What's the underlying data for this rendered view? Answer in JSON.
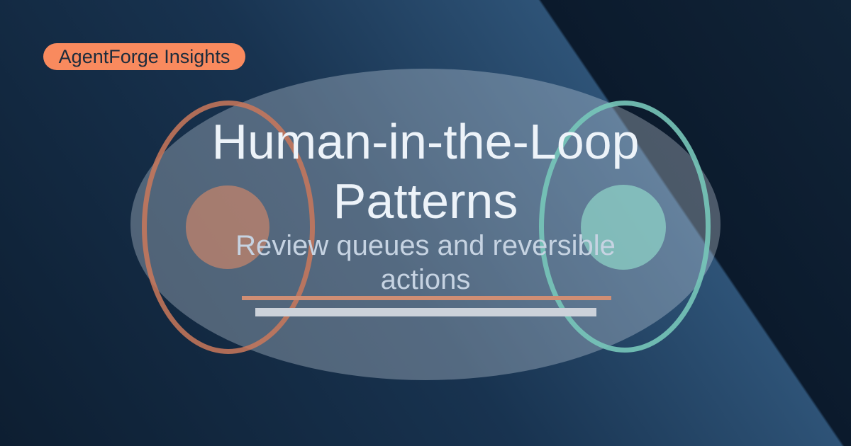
{
  "card": {
    "badge": {
      "label": "AgentForge Insights"
    },
    "title": {
      "line1": "Human-in-the-Loop",
      "line2": "Patterns"
    },
    "subtitle": {
      "line1": "Review queues and reversible",
      "line2": "actions"
    }
  },
  "colors": {
    "background_deep_navy": "#0b1a2c",
    "background_band_blue": "#2e5377",
    "badge_bg": "#F98A5E",
    "badge_text": "#1B2B3C",
    "title_text": "#EDF3F9",
    "subtitle_text": "#C6D3E2",
    "rule_salmon": "#D08E74",
    "rule_gray": "#CCD2DA",
    "ring_salmon": "#CA785B",
    "ring_teal": "#77C6B9",
    "node_salmon": "#DE8A67",
    "node_teal": "#8FD4C7",
    "backdrop_ellipse": "rgba(226,235,244,0.30)"
  }
}
